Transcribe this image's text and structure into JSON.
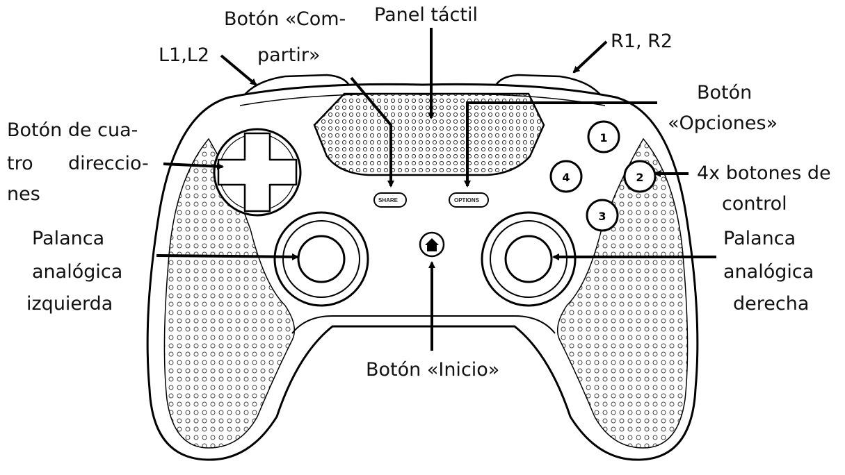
{
  "labels": {
    "l1l2": "L1,L2",
    "share_1": "Botón «Com-",
    "share_2": "partir»",
    "touchpad": "Panel táctil",
    "r1r2": "R1, R2",
    "options_1": "Botón",
    "options_2": "«Opciones»",
    "dpad_1": "Botón de cua-",
    "dpad_2a": "tro",
    "dpad_2b": "direccio-",
    "dpad_3": "nes",
    "face_1": "4x botones de",
    "face_2": "control",
    "lstick_1": "Palanca",
    "lstick_2": "analógica",
    "lstick_3": "izquierda",
    "rstick_1": "Palanca",
    "rstick_2": "analógica",
    "rstick_3": "derecha",
    "home": "Botón «Inicio»"
  },
  "controller": {
    "share_caption": "SHARE",
    "options_caption": "OPTIONS",
    "face_buttons": [
      "1",
      "2",
      "3",
      "4"
    ]
  }
}
